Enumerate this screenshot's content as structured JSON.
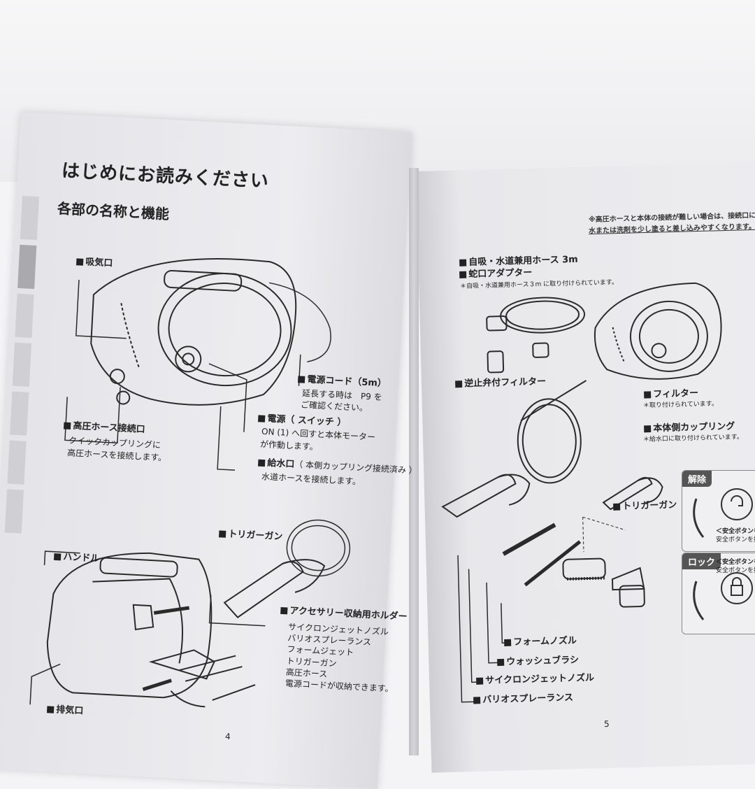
{
  "left": {
    "title": "はじめにお読みください",
    "subtitle": "各部の名称と機能",
    "intake": "吸気口",
    "power_cord": "電源コード（5m）",
    "power_cord_note1": "延長する時は　P9 を",
    "power_cord_note2": "ご確認ください。",
    "power": "電源（ スイッチ ）",
    "power_note1": "ON (1) へ回すと本体モーター",
    "power_note2": "が作動します。",
    "hp_connector": "高圧ホース接続口",
    "hp_note1": "クイックカップリングに",
    "hp_note2": "高圧ホースを接続します。",
    "water_inlet": "給水口",
    "water_inlet_paren": "（ 本側カップリング接続済み ）",
    "water_inlet_note": "水道ホースを接続します。",
    "trigger_gun": "トリガーガン",
    "handle": "ハンドル",
    "holder": "アクセサリー収納用ホルダー",
    "holder_items": [
      "サイクロンジェットノズル",
      "バリオスプレーランス",
      "フォームジェット",
      "トリガーガン",
      "高圧ホース",
      "電源コードが収納できます。"
    ],
    "exhaust": "排気口",
    "page_number": "4"
  },
  "right": {
    "top_note1": "※高圧ホースと本体の接続が難しい場合は、接続口に",
    "top_note2": "水または洗剤を少し塗ると差し込みやすくなります。",
    "hose": "自吸・水道兼用ホース 3m",
    "faucet": "蛇口アダプター",
    "faucet_note": "＊自吸・水道兼用ホース３m に取り付けられています。",
    "check_filter": "逆止弁付フィルター",
    "filter": "フィルター",
    "filter_note": "＊取り付けられています。",
    "coupling": "本体側カップリング",
    "coupling_note": "＊給水口に取り付けられています。",
    "trigger_gun": "トリガーガン",
    "release": "解除",
    "release_note1": "＜安全ボタンを解除",
    "release_note2": "安全ボタンを押し",
    "lock": "ロック",
    "lock_note1": "＜安全ボタンをロック",
    "lock_note2": "安全ボタンを押し",
    "foam_nozzle": "フォームノズル",
    "wash_brush": "ウォッシュブラシ",
    "cyclone_nozzle": "サイクロンジェットノズル",
    "vario_lance": "バリオスプレーランス",
    "page_number": "5"
  }
}
